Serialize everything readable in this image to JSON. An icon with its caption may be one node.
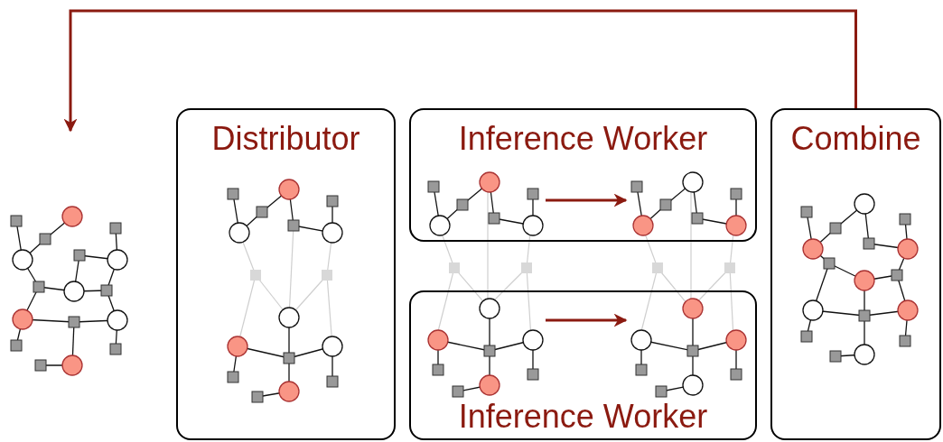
{
  "diagram": {
    "nodes": [
      {
        "text": [],
        "shape": "picture"
      },
      {
        "text": [
          "Distributor"
        ]
      },
      {
        "text": [
          "Inference Worker"
        ]
      },
      {
        "text": [],
        "shape": "picture",
        "in": 2
      },
      {
        "text": [],
        "shape": "picture",
        "in": 2
      },
      {
        "text": [
          "Inference Worker"
        ]
      },
      {
        "text": [],
        "shape": "picture",
        "in": 5
      },
      {
        "text": [],
        "shape": "picture",
        "in": 5
      },
      {
        "text": [
          "Combine"
        ]
      }
    ],
    "edges": [
      {
        "from": 8,
        "to": 0,
        "arrow": "to"
      },
      {
        "from": 3,
        "to": 4,
        "arrow": "to"
      },
      {
        "from": 6,
        "to": 7,
        "arrow": "to"
      }
    ]
  }
}
